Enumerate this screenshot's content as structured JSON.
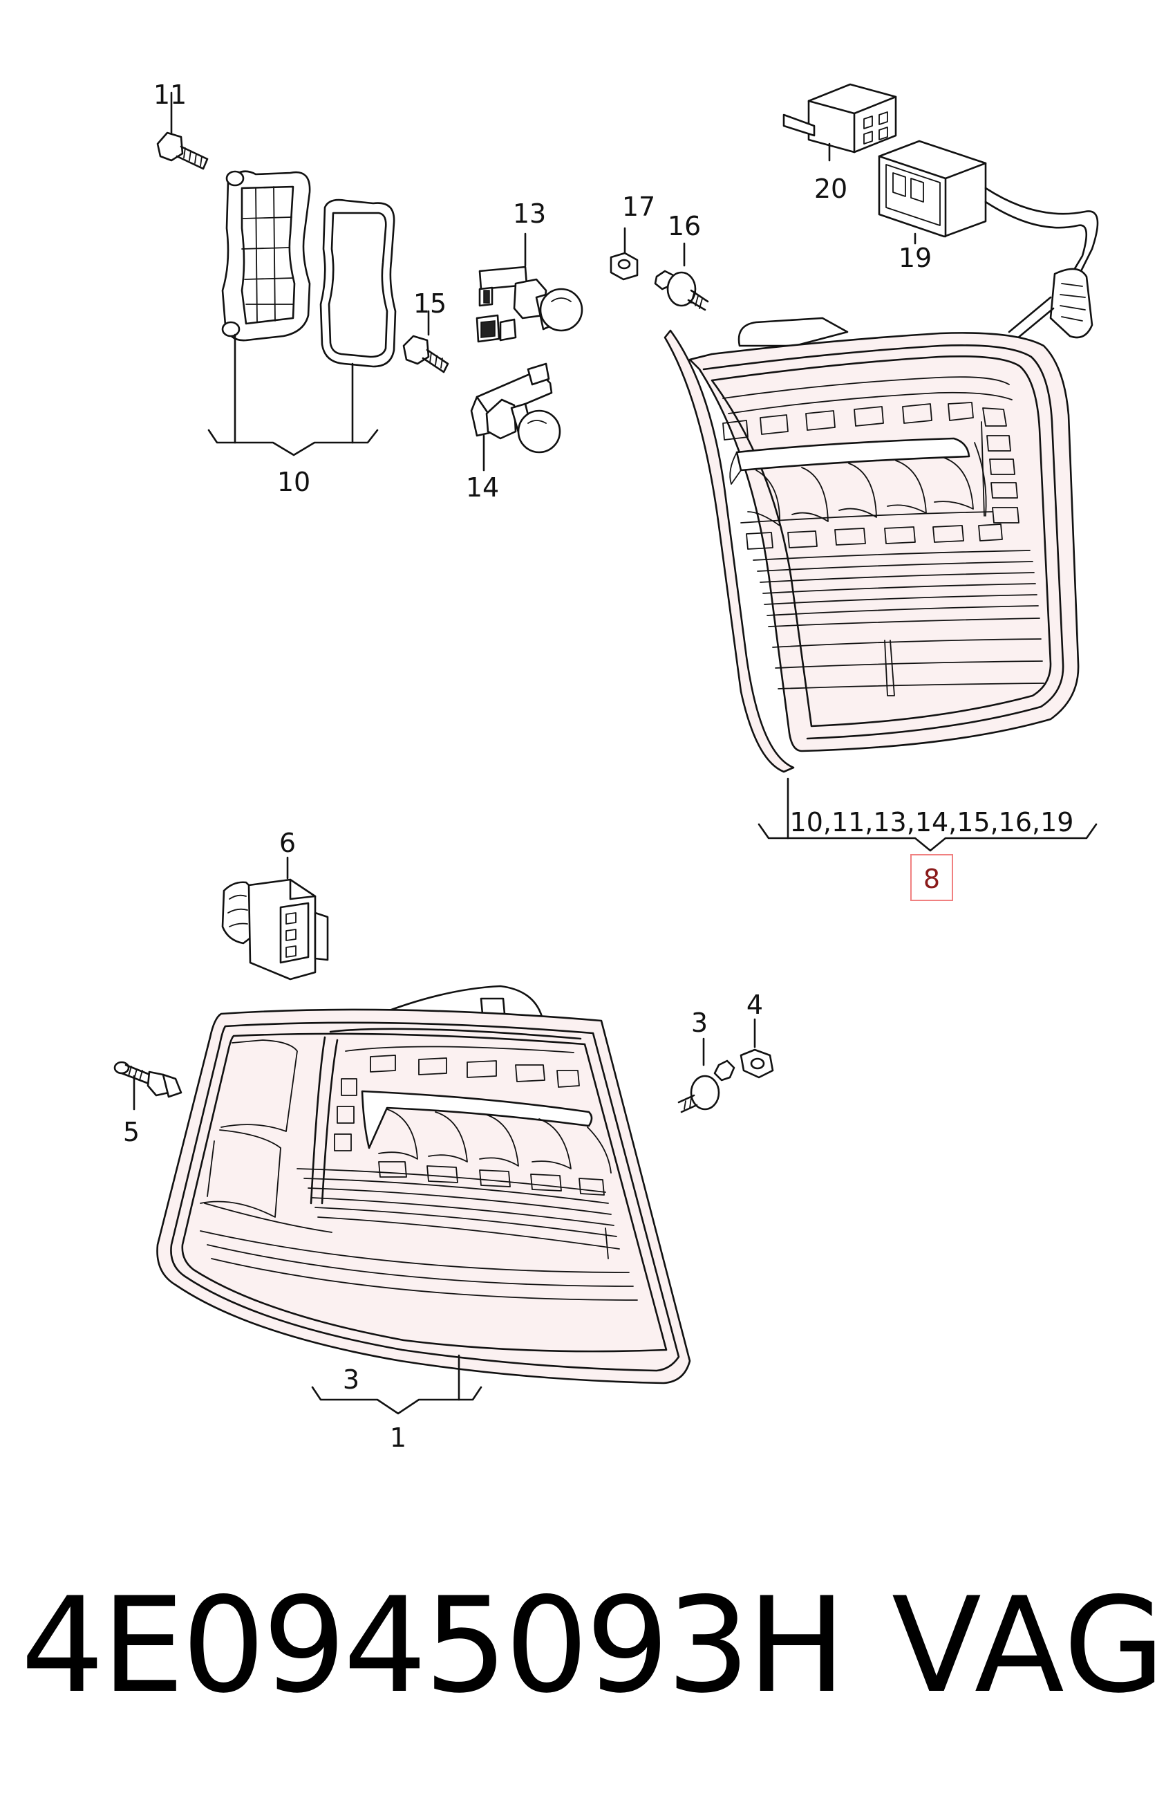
{
  "callouts": {
    "c11": "11",
    "c10": "10",
    "c13": "13",
    "c14": "14",
    "c15": "15",
    "c17": "17",
    "c16": "16",
    "c20": "20",
    "c19": "19",
    "group_inner": "10,11,13,14,15,16,19",
    "c8": "8",
    "c6": "6",
    "c5": "5",
    "c3a": "3",
    "c4": "4",
    "c3b": "3",
    "c1": "1"
  },
  "highlight_color": "#f08080",
  "footer": {
    "part_number": "4E0945093H",
    "brand": "VAG"
  }
}
